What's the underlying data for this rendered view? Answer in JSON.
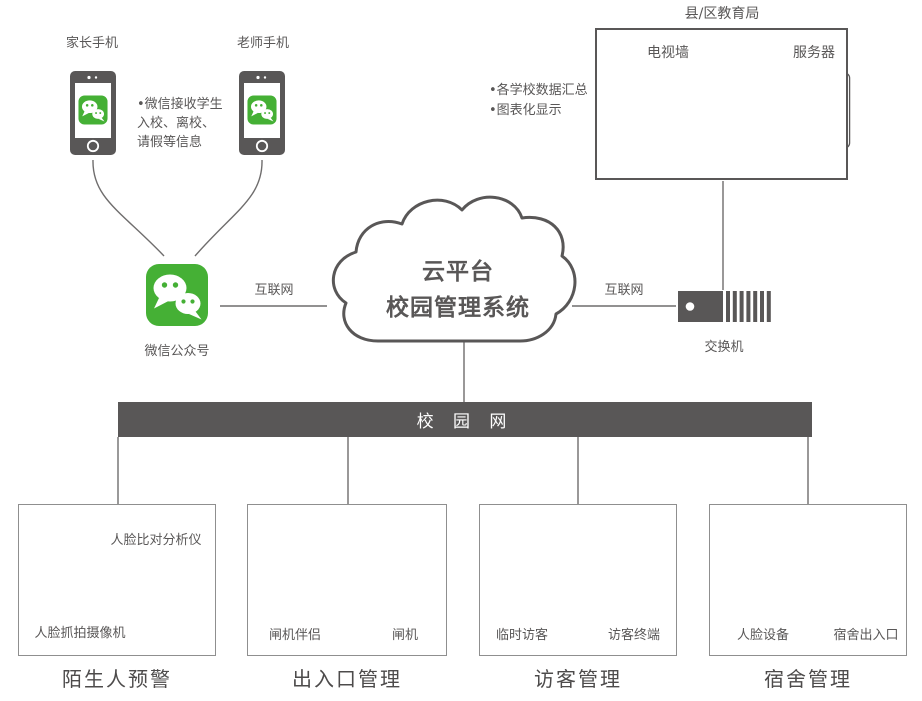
{
  "colors": {
    "wechat_green": "#45B035",
    "dark_gray": "#595757",
    "outline_gray": "#9b9999",
    "line_gray": "#6f6d6d"
  },
  "phones": {
    "parent_label": "家长手机",
    "teacher_label": "老师手机"
  },
  "wechat_note": {
    "line1": "•微信接收学生",
    "line2": "入校、离校、",
    "line3": "请假等信息"
  },
  "wechat_account": {
    "label": "微信公众号"
  },
  "links": {
    "internet_left": "互联网",
    "internet_right": "互联网"
  },
  "cloud": {
    "line1": "云平台",
    "line2": "校园管理系统"
  },
  "bureau": {
    "title": "县/区教育局",
    "tv_wall": "电视墙",
    "server": "服务器",
    "bullet1": "•各学校数据汇总",
    "bullet2": "•图表化显示"
  },
  "switch": {
    "label": "交换机"
  },
  "campus_network": {
    "label": "校 园 网"
  },
  "modules": {
    "stranger": {
      "title": "陌生人预警",
      "analyzer": "人脸比对分析仪",
      "camera": "人脸抓拍摄像机"
    },
    "entrance": {
      "title": "出入口管理",
      "companion": "闸机伴侣",
      "gate": "闸机"
    },
    "visitor": {
      "title": "访客管理",
      "temp": "临时访客",
      "terminal": "访客终端"
    },
    "dorm": {
      "title": "宿舍管理",
      "device": "人脸设备",
      "exit": "宿舍出入口"
    }
  }
}
